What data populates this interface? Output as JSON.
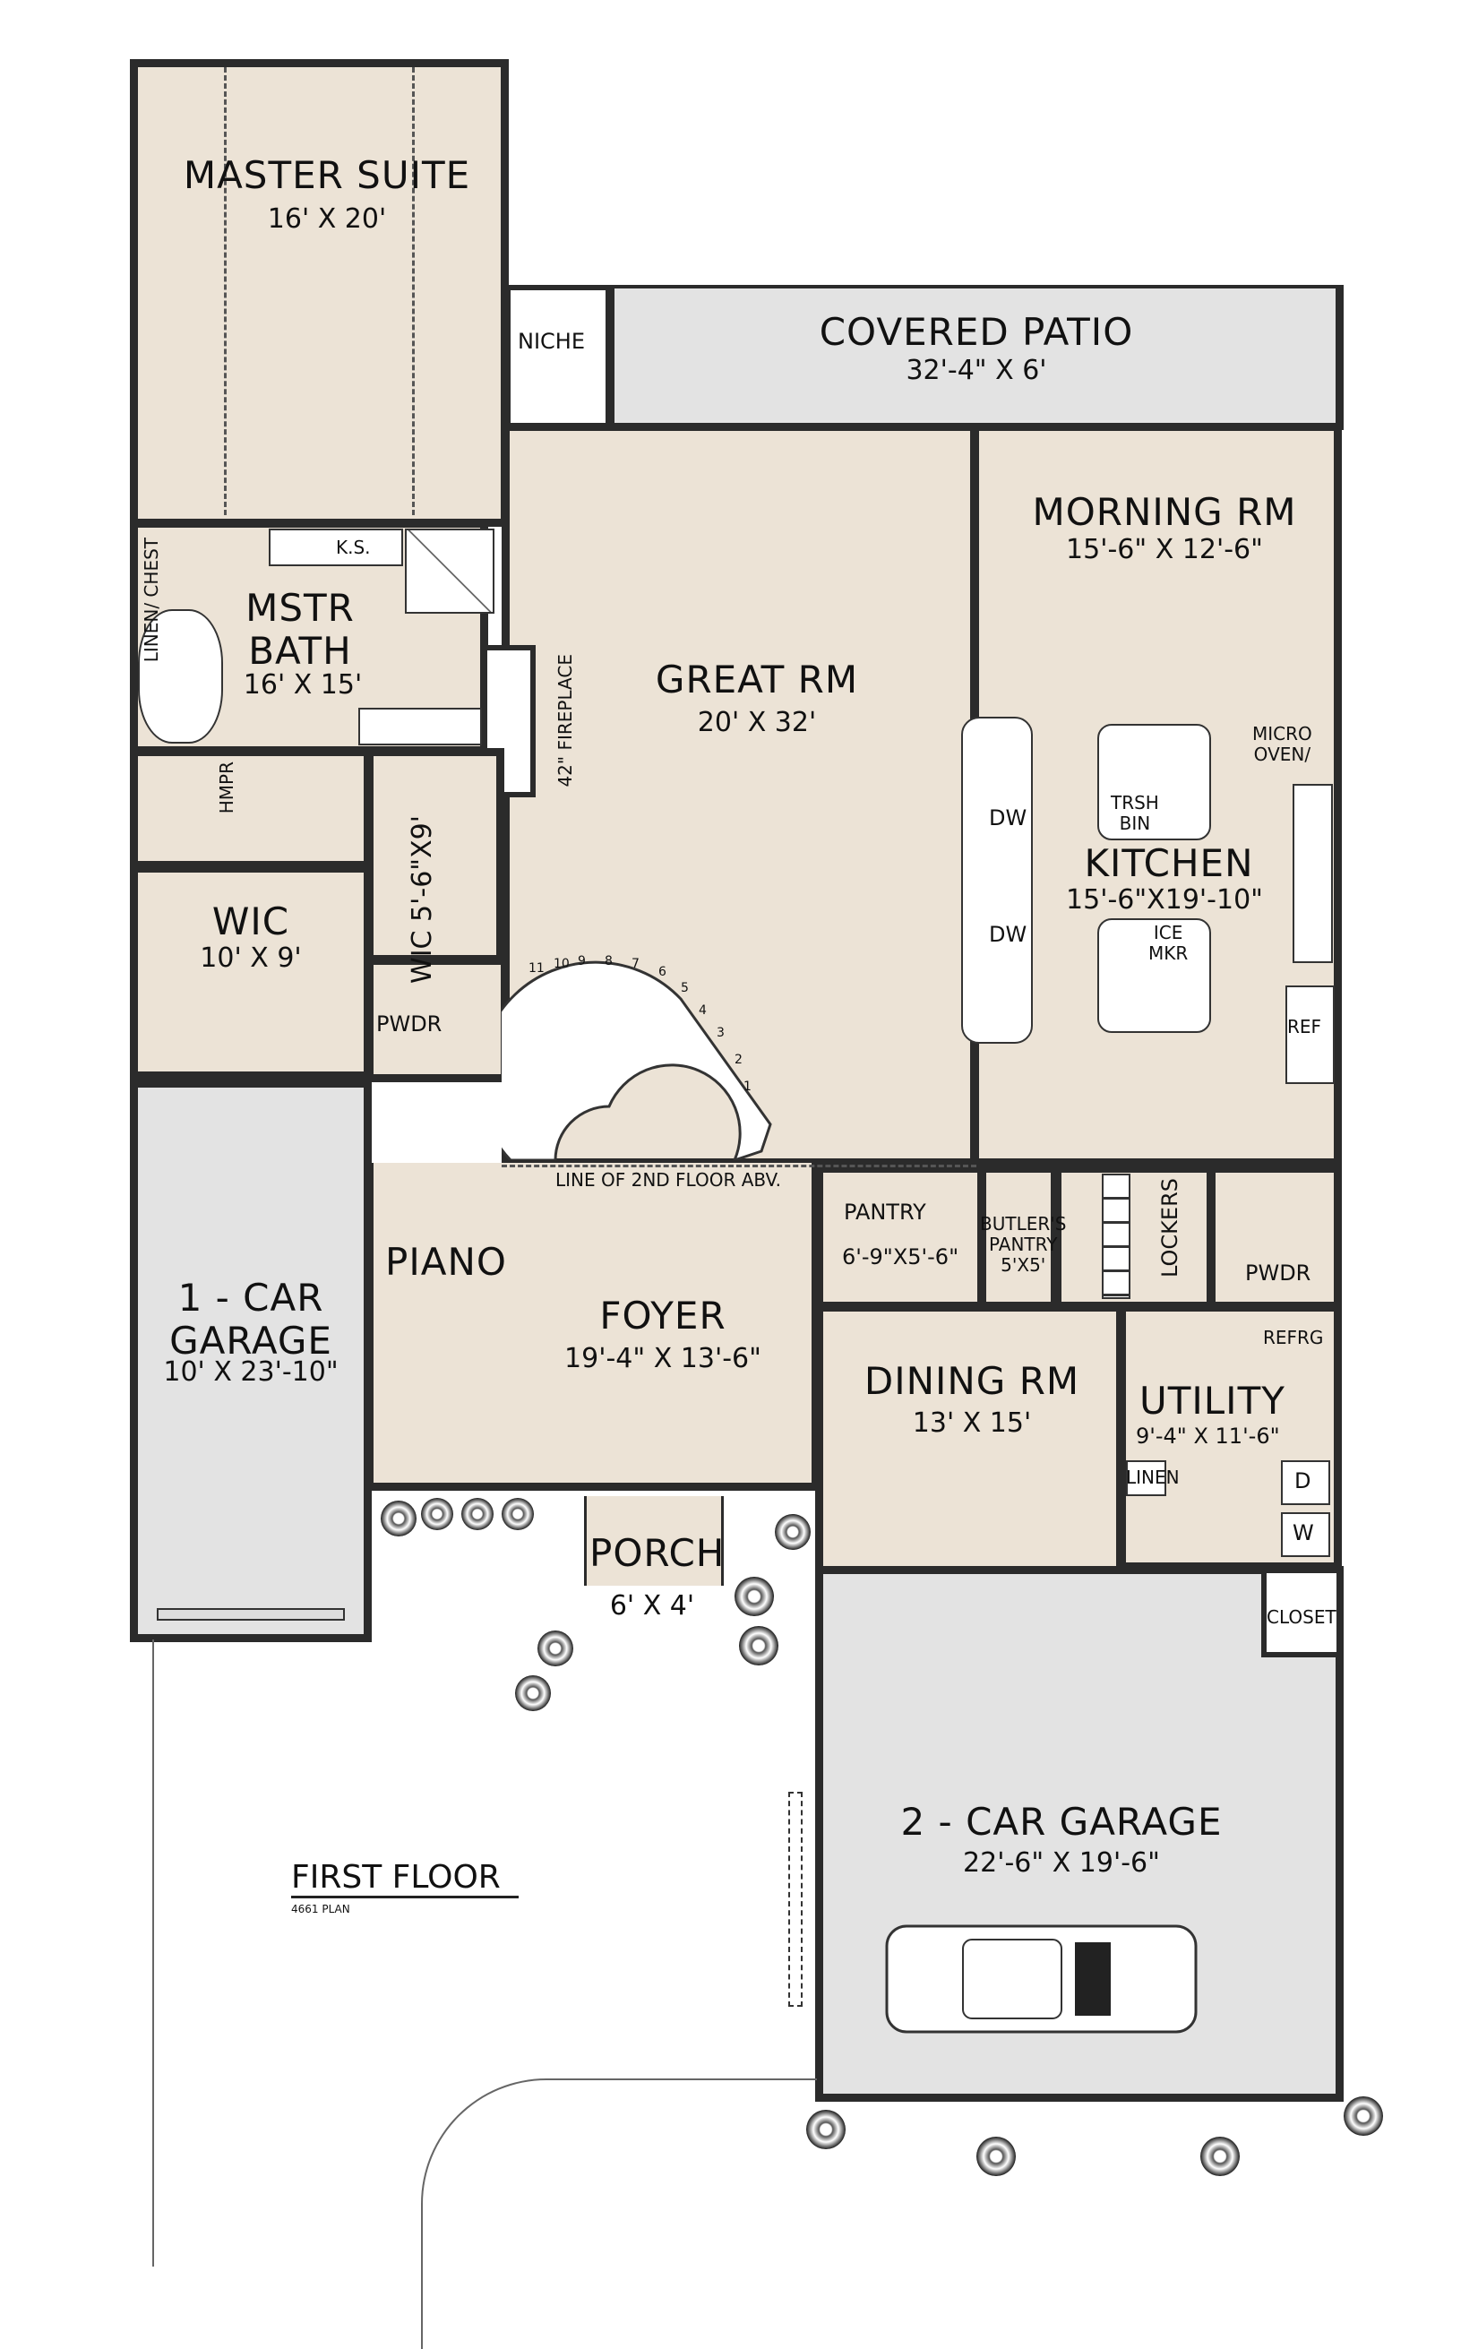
{
  "rooms": {
    "master_suite": {
      "name": "MASTER SUITE",
      "size": "16' X 20'"
    },
    "covered_patio": {
      "name": "COVERED PATIO",
      "size": "32'-4\" X 6'"
    },
    "niche": "NICHE",
    "morning_rm": {
      "name": "MORNING RM",
      "size": "15'-6\" X 12'-6\""
    },
    "great_rm": {
      "name": "GREAT RM",
      "size": "20' X 32'"
    },
    "mstr_bath": {
      "name1": "MSTR",
      "name2": "BATH",
      "size": "16' X 15'"
    },
    "linen_chest": {
      "a": "LINEN/",
      "b": "CHEST"
    },
    "ks": "K.S.",
    "fireplace": "42\" FIREPLACE",
    "hmpr": "HMPR",
    "wic_small": {
      "name": "WIC",
      "size": "5'-6\"X9'"
    },
    "wic": {
      "name": "WIC",
      "size": "10' X 9'"
    },
    "pwdr1": "PWDR",
    "kitchen": {
      "name": "KITCHEN",
      "size": "15'-6\"X19'-10\""
    },
    "micro_oven": {
      "a": "MICRO",
      "b": "OVEN/"
    },
    "trsh_bin": {
      "a": "TRSH",
      "b": "BIN"
    },
    "ice_mkr": {
      "a": "ICE",
      "b": "MKR"
    },
    "dw1": "DW",
    "dw2": "DW",
    "ref": "REF",
    "line_2nd_floor": "LINE OF 2ND FLOOR ABV.",
    "piano": "PIANO",
    "foyer": {
      "name": "FOYER",
      "size": "19'-4\" X 13'-6\""
    },
    "one_car_garage": {
      "name1": "1 - CAR",
      "name2": "GARAGE",
      "size": "10' X 23'-10\""
    },
    "pantry": {
      "name": "PANTRY",
      "size": "6'-9\"X5'-6\""
    },
    "butlers_pantry": {
      "name1": "BUTLER'S",
      "name2": "PANTRY",
      "size": "5'X5'"
    },
    "lockers": "LOCKERS",
    "pwdr2": "PWDR",
    "refrg": "REFRG",
    "dining_rm": {
      "name": "DINING  RM",
      "size": "13' X 15'"
    },
    "utility": {
      "name": "UTILITY",
      "size": "9'-4\" X 11'-6\""
    },
    "linen": "LINEN",
    "dryer": "D",
    "washer": "W",
    "porch": {
      "name": "PORCH",
      "size": "6' X 4'"
    },
    "closet": "CLOSET",
    "two_car_garage": {
      "name": "2 - CAR GARAGE",
      "size": "22'-6\" X 19'-6\""
    }
  },
  "stair_numbers": [
    "1",
    "2",
    "3",
    "4",
    "5",
    "6",
    "7",
    "8",
    "9",
    "10",
    "11"
  ],
  "title": "FIRST FLOOR",
  "plan_number": "4661 PLAN"
}
